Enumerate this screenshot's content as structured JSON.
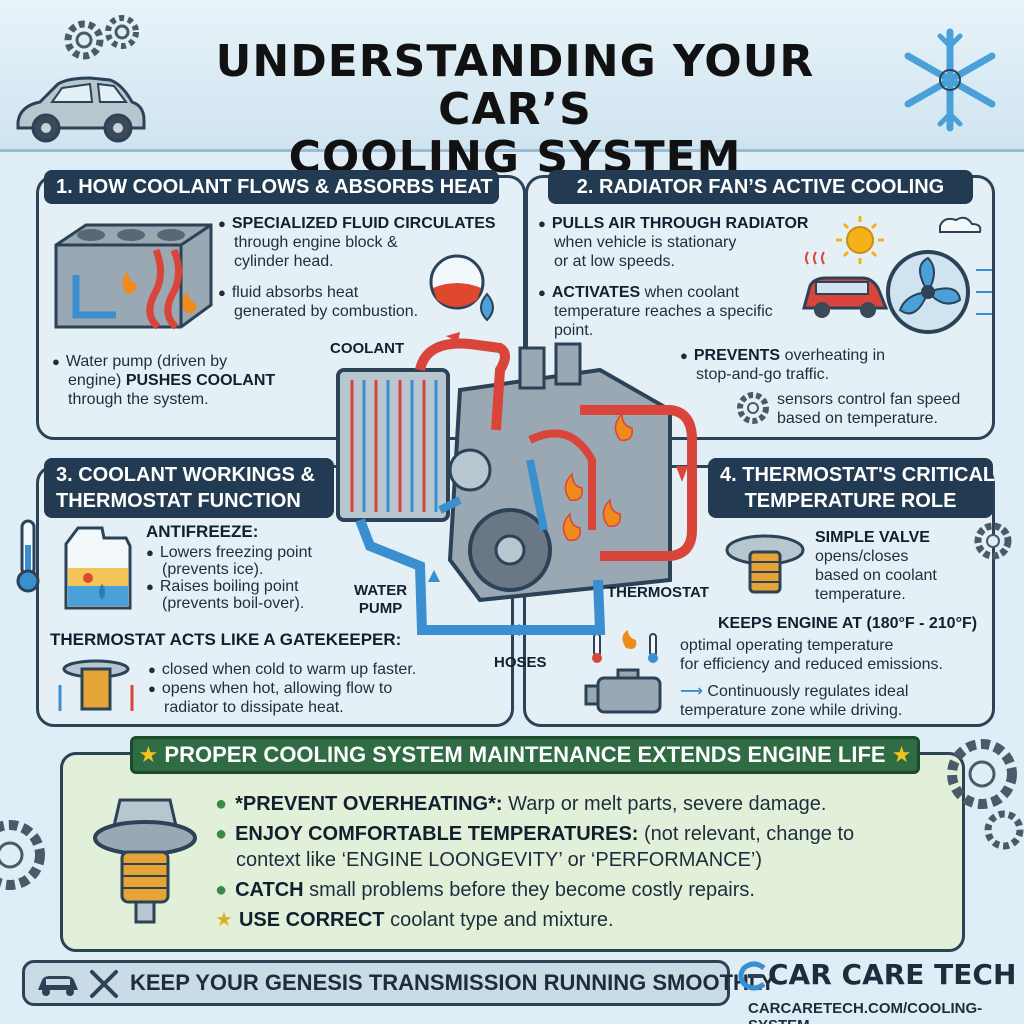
{
  "title": {
    "line1": "UNDERSTANDING YOUR CAR’S",
    "line2": "COOLING SYSTEM"
  },
  "sections": [
    {
      "heading": "1. HOW COOLANT FLOWS & ABSORBS HEAT",
      "b1_bold": "SPECIALIZED FLUID CIRCULATES",
      "b1_l2": "through engine block &",
      "b1_l3": "cylinder head.",
      "b2_l1": "fluid absorbs heat",
      "b2_l2": "generated by combustion.",
      "b3_l1": "Water pump (driven by",
      "b3_l2": "engine)",
      "b3_bold": "PUSHES COOLANT",
      "b3_l3": "through the system."
    },
    {
      "heading": "2. RADIATOR FAN’S ACTIVE COOLING",
      "b1_bold": "PULLS AIR THROUGH RADIATOR",
      "b1_l2": "when vehicle is stationary",
      "b1_l3": "or at low speeds.",
      "b2_bold": "ACTIVATES",
      "b2_l1": "when coolant",
      "b2_l2": "temperature reaches a specific",
      "b2_l3": "point.",
      "b3_bold": "PREVENTS",
      "b3_l1": "overheating in",
      "b3_l2": "stop-and-go traffic.",
      "b4_l1": "sensors control fan speed",
      "b4_l2": "based on temperature."
    },
    {
      "heading_l1": "3. COOLANT WORKINGS &",
      "heading_l2": "THERMOSTAT FUNCTION",
      "antifreeze": "ANTIFREEZE:",
      "af1_l1": "Lowers freezing point",
      "af1_l2": "(prevents ice).",
      "af2_l1": "Raises boiling point",
      "af2_l2": "(prevents boil-over).",
      "gatekeeper": "THERMOSTAT ACTS LIKE A GATEKEEPER:",
      "g1": "closed when cold to warm up faster.",
      "g2_l1": "opens when hot, allowing flow to",
      "g2_l2": "radiator to dissipate heat."
    },
    {
      "heading_l1": "4. THERMOSTAT'S CRITICAL",
      "heading_l2": "TEMPERATURE ROLE",
      "valve_bold": "SIMPLE VALVE",
      "valve_l1": "opens/closes",
      "valve_l2": "based on coolant",
      "valve_l3": "temperature.",
      "keeps_bold": "KEEPS ENGINE AT (180°F - 210°F)",
      "keeps_l1": "optimal operating temperature",
      "keeps_l2": "for efficiency and reduced emissions.",
      "reg_l1": "Continuously regulates ideal",
      "reg_l2": "temperature zone while driving."
    }
  ],
  "diagram_labels": {
    "coolant": "COOLANT",
    "water_pump_l1": "WATER",
    "water_pump_l2": "PUMP",
    "thermostat": "THERMOSTAT",
    "hoses": "HOSES"
  },
  "maintenance": {
    "banner": "PROPER COOLING SYSTEM MAINTENANCE EXTENDS ENGINE LIFE",
    "i1_bold": "*PREVENT OVERHEATING*:",
    "i1_rest": "Warp or melt parts, severe damage.",
    "i2_bold": "ENJOY COMFORTABLE TEMPERATURES:",
    "i2_rest": "(not relevant, change to",
    "i2_l2": "context like ‘ENGINE LOONGEVITY’ or ‘PERFORMANCE’)",
    "i3_bold": "CATCH",
    "i3_rest": "small problems before they become costly repairs.",
    "i4_bold": "USE CORRECT",
    "i4_rest": "coolant type and mixture."
  },
  "footer": {
    "tagline": "KEEP YOUR GENESIS TRANSMISSION RUNNING SMOOTHLY",
    "brand": "CAR CARE TECH",
    "url": "CARCARETECH.COM/COOLING-SYSTEM"
  },
  "colors": {
    "navy": "#223a52",
    "hot": "#d9453a",
    "cold": "#3a8fd0",
    "green": "#2f6b43"
  },
  "icons": [
    "car-icon",
    "gear-icon",
    "snowflake-icon",
    "engine-block-icon",
    "flask-icon",
    "sun-icon",
    "cloud-icon",
    "fan-icon",
    "thermometer-icon",
    "antifreeze-jug-icon",
    "thermostat-icon",
    "engine-icon",
    "wrench-icon",
    "star-icon"
  ]
}
